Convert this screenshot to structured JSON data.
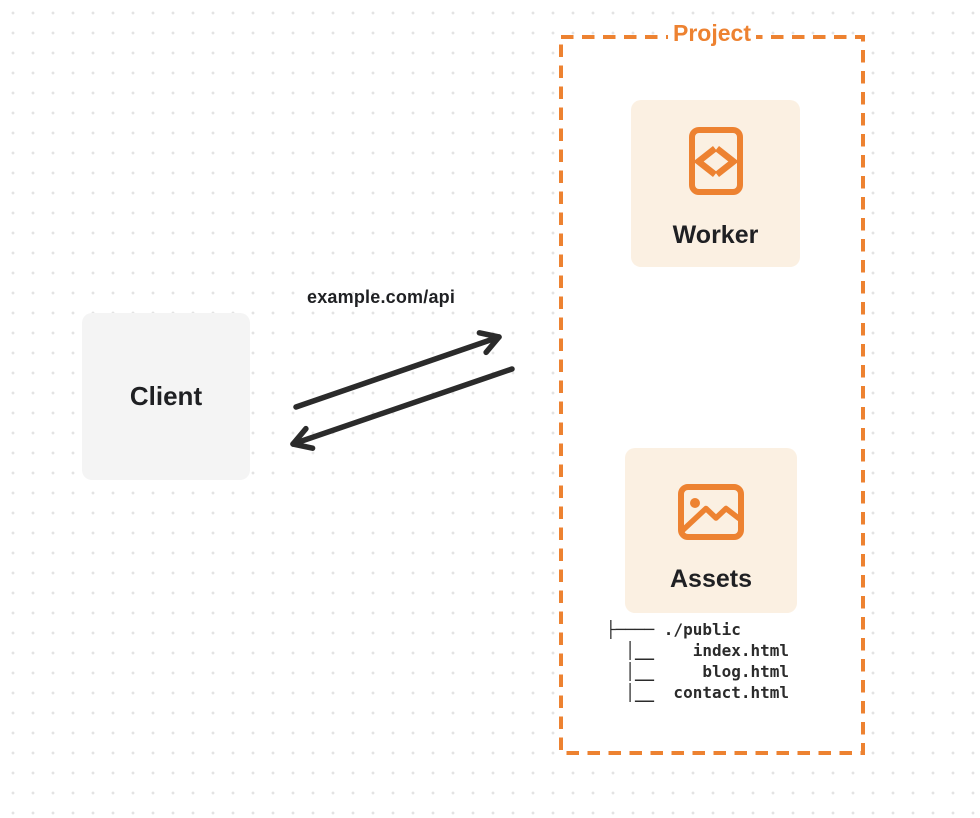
{
  "colors": {
    "accent": "#ED8231",
    "card-cream": "#FBF0E2",
    "client-gray": "#F4F4F4",
    "ink": "#1F2023",
    "arrow-ink": "#2B2B2B",
    "dot": "#E3E3E3",
    "tree-ink": "#2B2B2B"
  },
  "client": {
    "label": "Client"
  },
  "request": {
    "label": "example.com/api"
  },
  "project": {
    "label": "Project",
    "worker": {
      "label": "Worker",
      "icon": "code-file-icon"
    },
    "assets": {
      "label": "Assets",
      "icon": "image-icon"
    },
    "file_tree": {
      "text": "├──── ./public\n  │__    index.html\n  │__     blog.html\n  │__  contact.html"
    }
  }
}
